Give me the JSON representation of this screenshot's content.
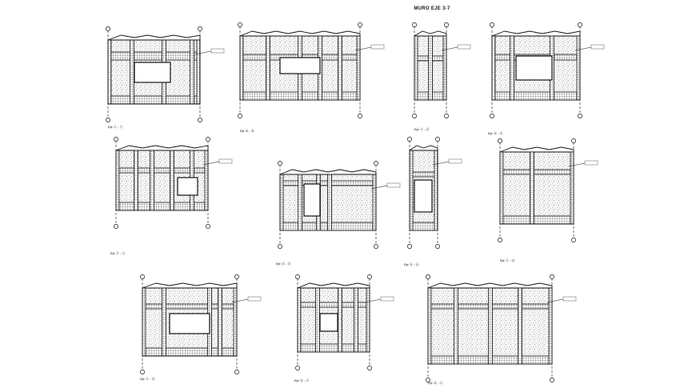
{
  "sheet_title": "MURO EJE 3-7",
  "elevations": [
    {
      "id": "elev-1",
      "caption": "Eje ⓐ - ⓐ"
    },
    {
      "id": "elev-2",
      "caption": "Eje ① - ⑤"
    },
    {
      "id": "elev-3",
      "caption": "Eje ⓐ - ⓓ"
    },
    {
      "id": "elev-4",
      "caption": "Eje ⓓ - ⓖ"
    },
    {
      "id": "elev-5",
      "caption": "Eje ⓐ - ⓔ"
    },
    {
      "id": "elev-6",
      "caption": "Eje ⓓ - ⓓ"
    },
    {
      "id": "elev-7",
      "caption": "Eje ⓑ - ⓓ"
    },
    {
      "id": "elev-8",
      "caption": "Eje ⓐ - ⓓ"
    },
    {
      "id": "elev-9",
      "caption": "Eje ⓐ - ⓓ"
    },
    {
      "id": "elev-10",
      "caption": "Eje ⓓ - ⓔ"
    },
    {
      "id": "elev-11",
      "caption": "Eje ⓓ - ⓔ"
    }
  ],
  "colors": {
    "line": "#111111",
    "paper": "#ffffff",
    "hatch": "#5a5a5a"
  }
}
